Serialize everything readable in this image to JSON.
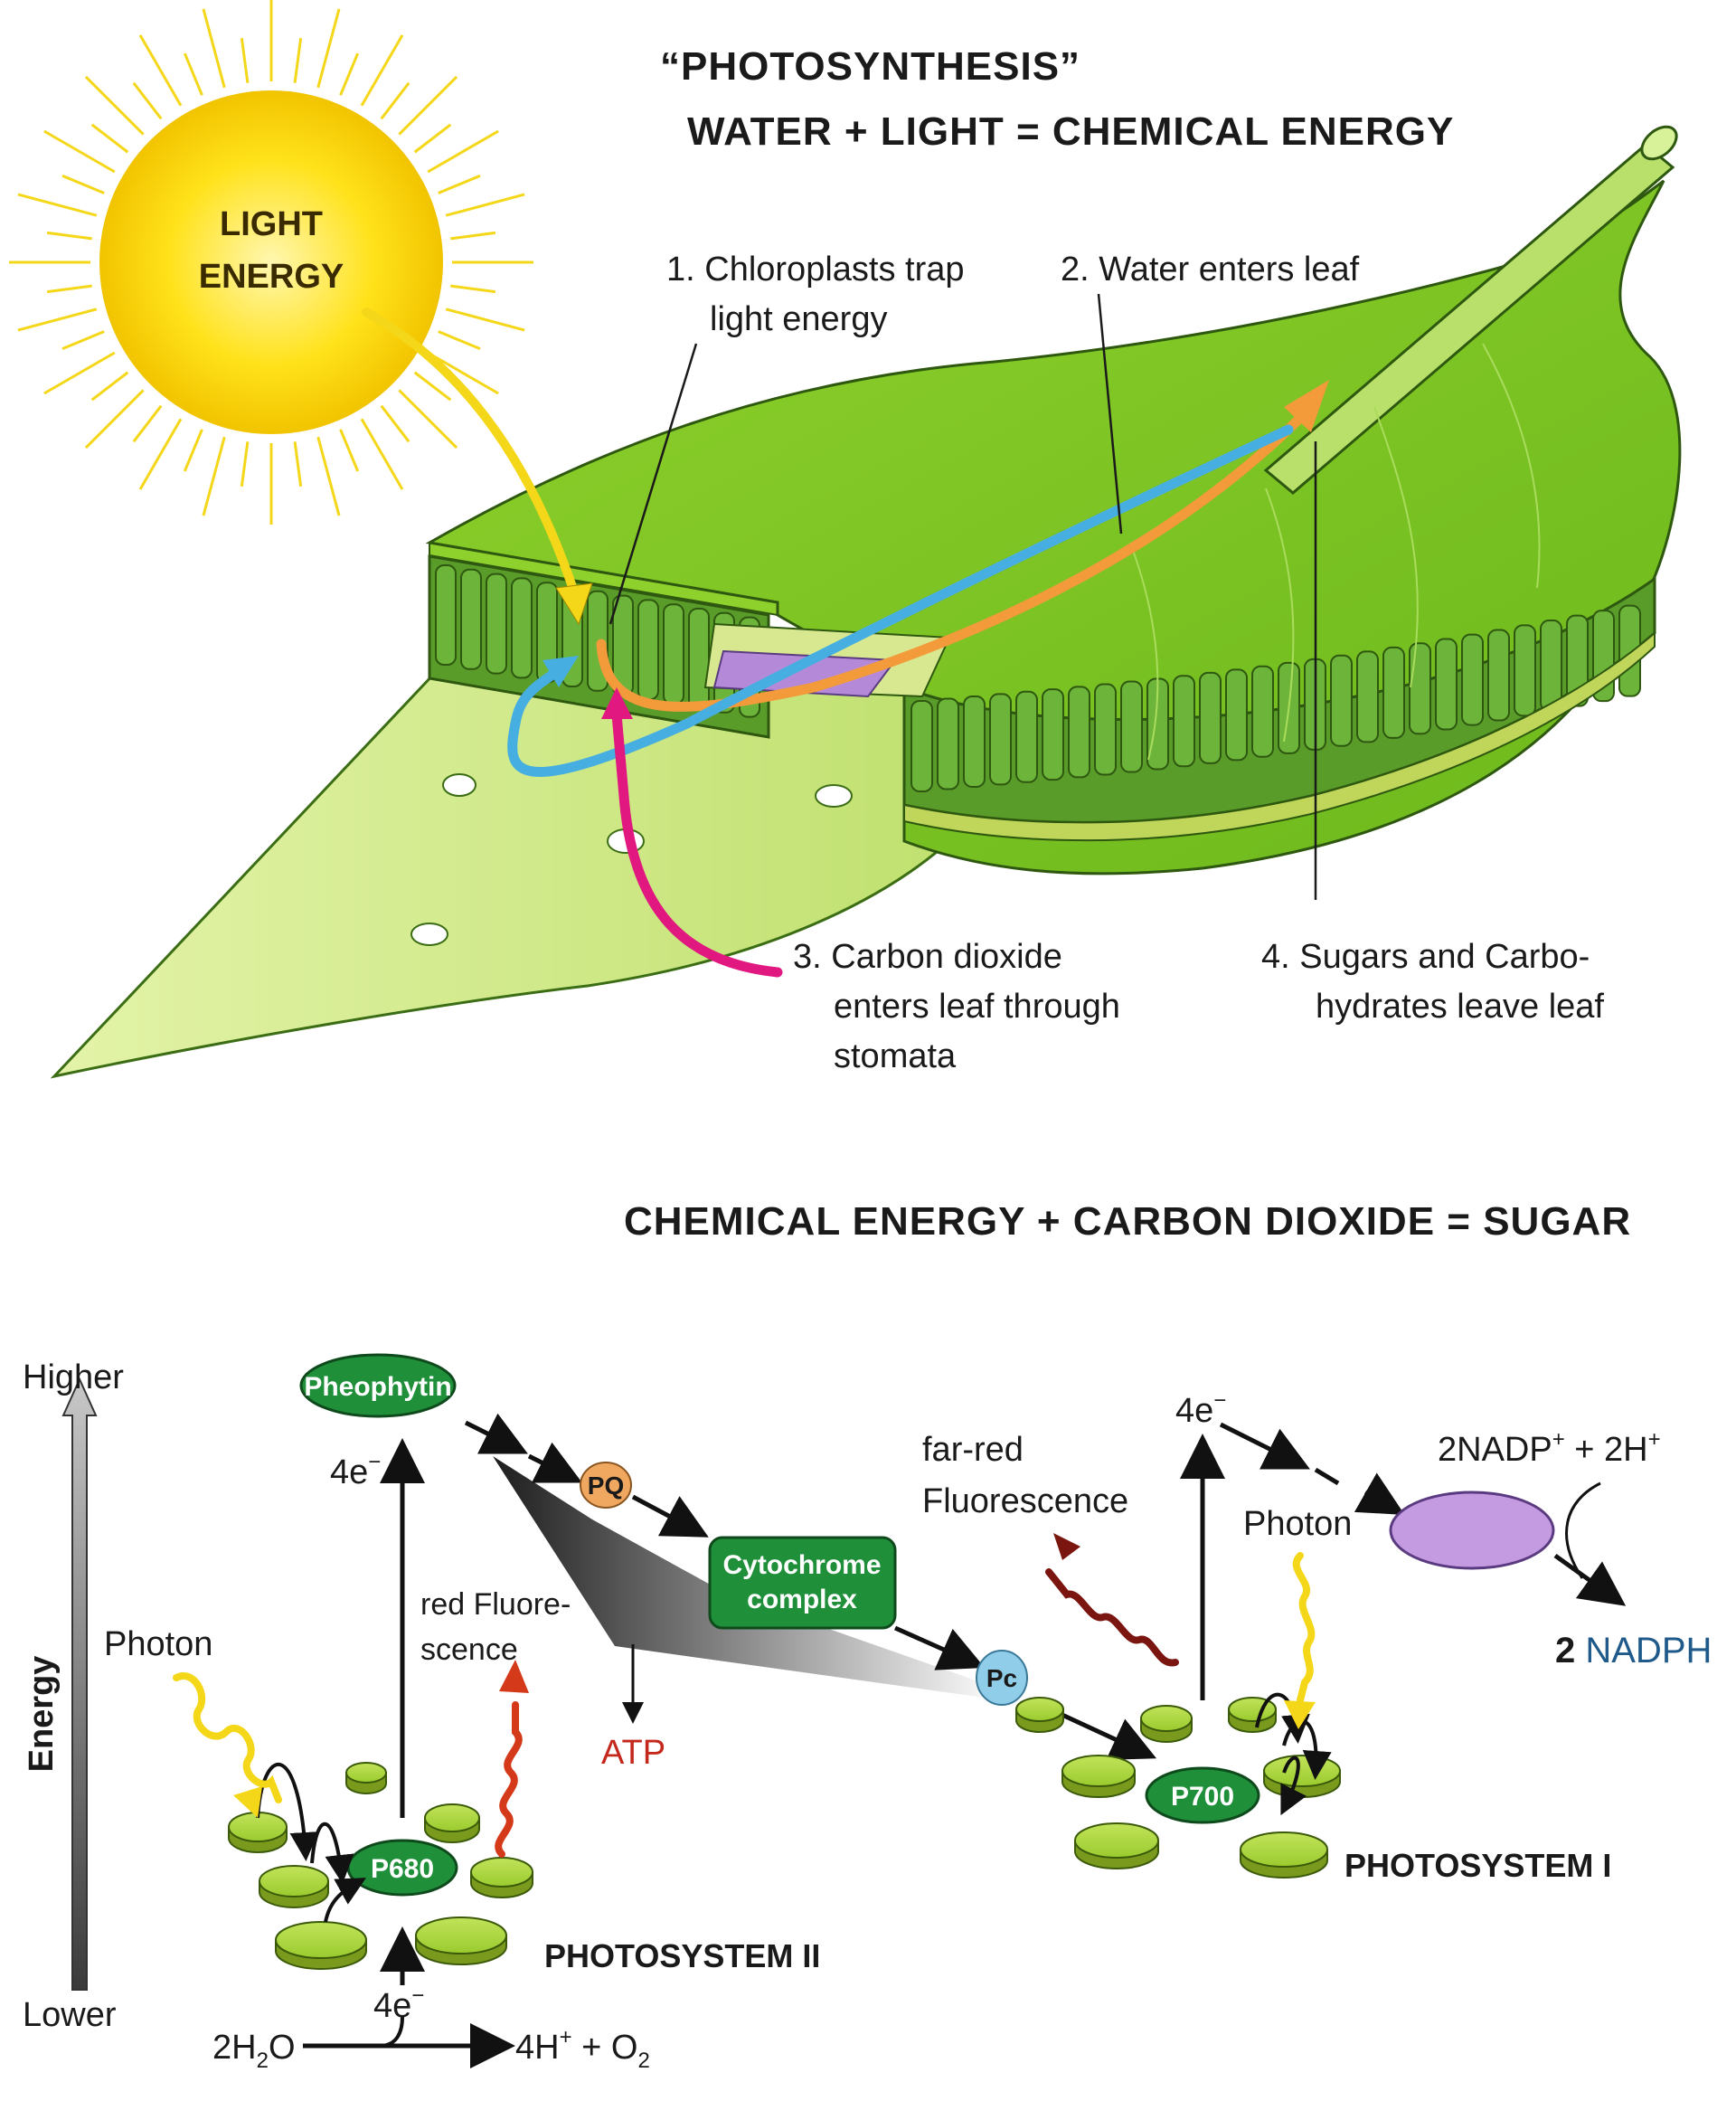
{
  "top": {
    "title_line1": "“PHOTOSYNTHESIS”",
    "title_line2": "WATER + LIGHT = CHEMICAL ENERGY",
    "sun_label_1": "LIGHT",
    "sun_label_2": "ENERGY",
    "step1_line1": "1. Chloroplasts trap",
    "step1_line2": "light energy",
    "step2": "2. Water enters leaf",
    "step3_line1": "3. Carbon dioxide",
    "step3_line2": "enters leaf through",
    "step3_line3": "stomata",
    "step4_line1": "4. Sugars and Carbo-",
    "step4_line2": "hydrates leave leaf"
  },
  "bottom": {
    "title": "CHEMICAL ENERGY + CARBON DIOXIDE = SUGAR",
    "axis_higher": "Higher",
    "axis_lower": "Lower",
    "axis_energy": "Energy",
    "pheophytin": "Pheophytin",
    "pq": "PQ",
    "cytochrome_1": "Cytochrome",
    "cytochrome_2": "complex",
    "pc": "Pc",
    "p680": "P680",
    "p700": "P700",
    "photosystem_2": "PHOTOSYSTEM II",
    "photosystem_1": "PHOTOSYSTEM I",
    "electrons": "4e",
    "electron_sup": "−",
    "photon": "Photon",
    "red_fluor_1": "red Fluore-",
    "red_fluor_2": "scence",
    "far_red_1": "far-red",
    "far_red_2": "Fluorescence",
    "atp": "ATP",
    "water_coef": "2H",
    "water_sub": "2",
    "water_end": "O",
    "products_a": "4H",
    "products_sup": "+",
    "products_b": " + O",
    "products_sub": "2",
    "nadp_a": "2NADP",
    "nadp_sup": "+",
    "nadp_b": " + 2H",
    "nadp_sup2": "+",
    "nadph_coef": "2 ",
    "nadph": "NADPH"
  },
  "colors": {
    "leaf_top": "#7cc422",
    "leaf_under": "#c6e57a",
    "sun": "#ffe21a",
    "water_arrow": "#46aee0",
    "sugar_arrow": "#f39a3a",
    "co2_arrow": "#e0187f",
    "light_arrow": "#f5d71a",
    "node_green": "#1f8f3a",
    "pq": "#f0a860",
    "pc": "#8fcde8",
    "nadp_enzyme": "#c49ae0",
    "atp": "#c4281c",
    "nadph": "#1f5a8a"
  }
}
